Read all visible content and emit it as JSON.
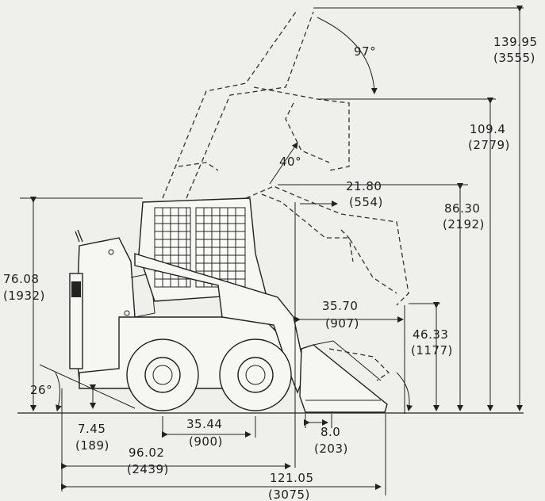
{
  "dimensions": {
    "max_pin_height": {
      "value": "139.95",
      "metric": "(3555)"
    },
    "pin_height_raised": {
      "value": "109.4",
      "metric": "(2779)"
    },
    "dump_height_pin": {
      "value": "86.30",
      "metric": "(2192)"
    },
    "dump_height": {
      "value": "46.33",
      "metric": "(1177)"
    },
    "overall_height": {
      "value": "76.08",
      "metric": "(1932)"
    },
    "reach_at_height": {
      "value": "21.80",
      "metric": "(554)"
    },
    "reach_at_dump": {
      "value": "35.70",
      "metric": "(907)"
    },
    "ground_clearance": {
      "value": "7.45",
      "metric": "(189)"
    },
    "wheelbase": {
      "value": "35.44",
      "metric": "(900)"
    },
    "bucket_lip": {
      "value": "8.0",
      "metric": "(203)"
    },
    "length_without_bucket": {
      "value": "96.02",
      "metric": "(2439)"
    },
    "overall_length": {
      "value": "121.05",
      "metric": "(3075)"
    }
  },
  "angles": {
    "rollback_max": "97°",
    "dump_angle": "40°",
    "departure_angle": "26°"
  }
}
